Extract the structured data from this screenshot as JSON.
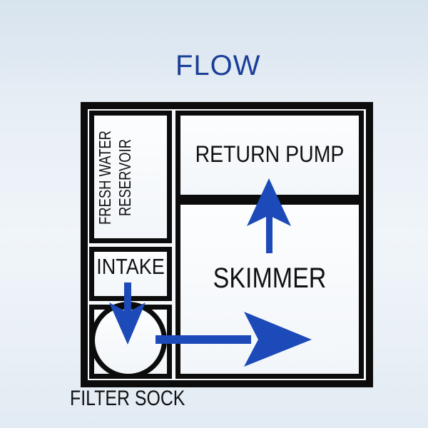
{
  "title": "FLOW",
  "labels": {
    "reservoir_line1": "FRESH WATER",
    "reservoir_line2": "RESERVOIR",
    "intake": "INTAKE",
    "return_pump": "RETURN PUMP",
    "skimmer": "SKIMMER",
    "filter_sock": "FILTER SOCK"
  },
  "arrows": [
    {
      "name": "intake-to-filter-sock",
      "direction": "down",
      "from": "INTAKE",
      "to": "FILTER SOCK"
    },
    {
      "name": "filter-sock-to-skimmer",
      "direction": "right",
      "from": "FILTER SOCK",
      "to": "SKIMMER"
    },
    {
      "name": "skimmer-to-return-pump",
      "direction": "up",
      "from": "SKIMMER",
      "to": "RETURN PUMP"
    }
  ],
  "colors": {
    "arrow": "#1c4ab8",
    "title": "#1a3f97",
    "line": "#0c0c0c",
    "background_top": "#d7e3ee",
    "background_middle": "#f0f5f9",
    "background_bottom": "#e2ebf3"
  }
}
